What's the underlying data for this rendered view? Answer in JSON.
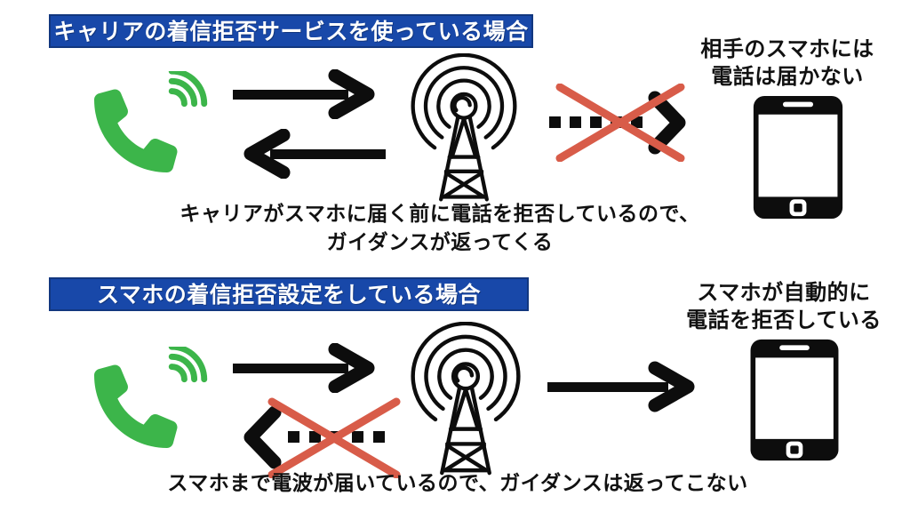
{
  "colors": {
    "background": "#ffffff",
    "header_bg": "#1848a9",
    "header_border": "#12377f",
    "header_text": "#ffffff",
    "body_text": "#111111",
    "phone_green": "#3cb54a",
    "cross_red": "#d85c49",
    "icon_black": "#0d0d0d"
  },
  "sections": [
    {
      "header": "キャリアの着信拒否サービスを使っている場合",
      "note": {
        "line1": "相手のスマホには",
        "line2": "電話は届かない"
      },
      "caption": {
        "line1": "キャリアがスマホに届く前に電話を拒否しているので、",
        "line2": "ガイダンスが返ってくる"
      }
    },
    {
      "header": "スマホの着信拒否設定をしている場合",
      "note": {
        "line1": "スマホが自動的に",
        "line2": "電話を拒否している"
      },
      "caption": {
        "line1": "スマホまで電波が届いているので、ガイダンスは返ってこない"
      }
    }
  ],
  "icons": {
    "caller": "green-phone-call-icon",
    "tower": "radio-tower-icon",
    "device": "smartphone-icon",
    "forward": "solid-arrow-right-icon",
    "back": "solid-arrow-left-icon",
    "blocked_forward": "dashed-arrow-right-blocked-icon",
    "blocked_back": "dashed-arrow-left-blocked-icon",
    "cross": "red-cross-icon"
  }
}
